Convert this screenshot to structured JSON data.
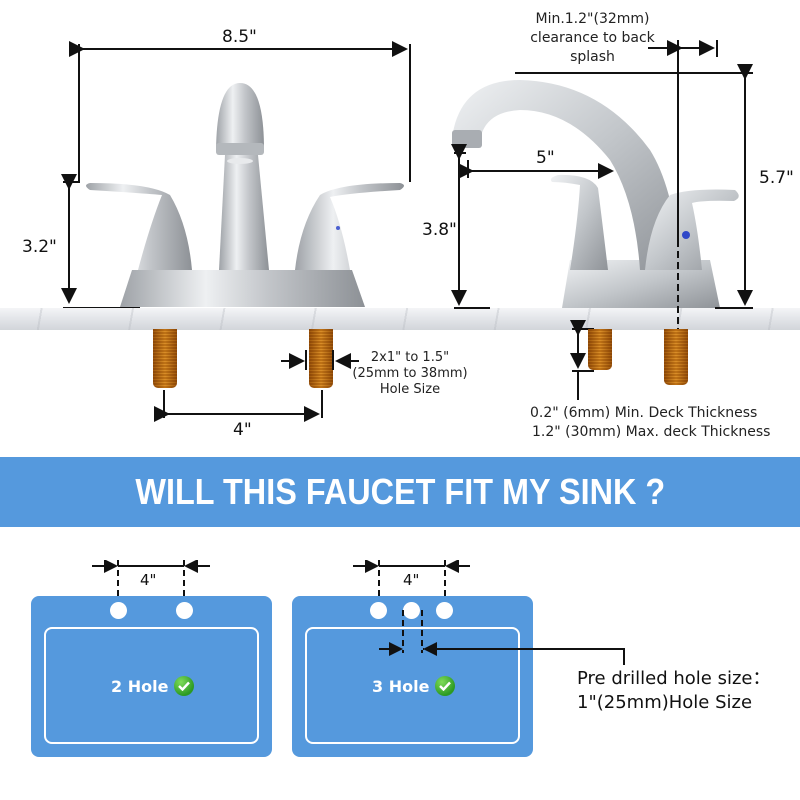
{
  "front_view": {
    "width_label": "8.5\"",
    "handle_height_label": "3.2\"",
    "hole_spacing_label": "4\"",
    "hole_size_note": {
      "line1": "2x1\" to 1.5\"",
      "line2": "(25mm to 38mm)",
      "line3": "Hole Size"
    }
  },
  "side_view": {
    "clearance_note": {
      "line1": "Min.1.2\"(32mm)",
      "line2": "clearance to back",
      "line3": "splash"
    },
    "spout_reach_label": "5\"",
    "spout_height_label": "3.8\"",
    "total_height_label": "5.7\"",
    "deck_note": {
      "line1": "0.2\" (6mm) Min. Deck Thickness",
      "line2": "1.2\" (30mm) Max. deck Thickness"
    }
  },
  "banner": {
    "title": "WILL THIS FAUCET FIT MY SINK ?",
    "color": "#5599dd"
  },
  "sinks": [
    {
      "spacing_label": "4\"",
      "label": "2 Hole",
      "status_icon": "check-icon"
    },
    {
      "spacing_label": "4\"",
      "label": "3 Hole",
      "status_icon": "check-icon"
    }
  ],
  "predrilled_note": {
    "line1": "Pre drilled hole size：",
    "line2": "1\"(25mm)Hole Size"
  },
  "colors": {
    "accent_blue": "#5599dd",
    "check_green": "#2c9a22",
    "brass": "#d9a443",
    "nickel": "#c9ccd0"
  }
}
